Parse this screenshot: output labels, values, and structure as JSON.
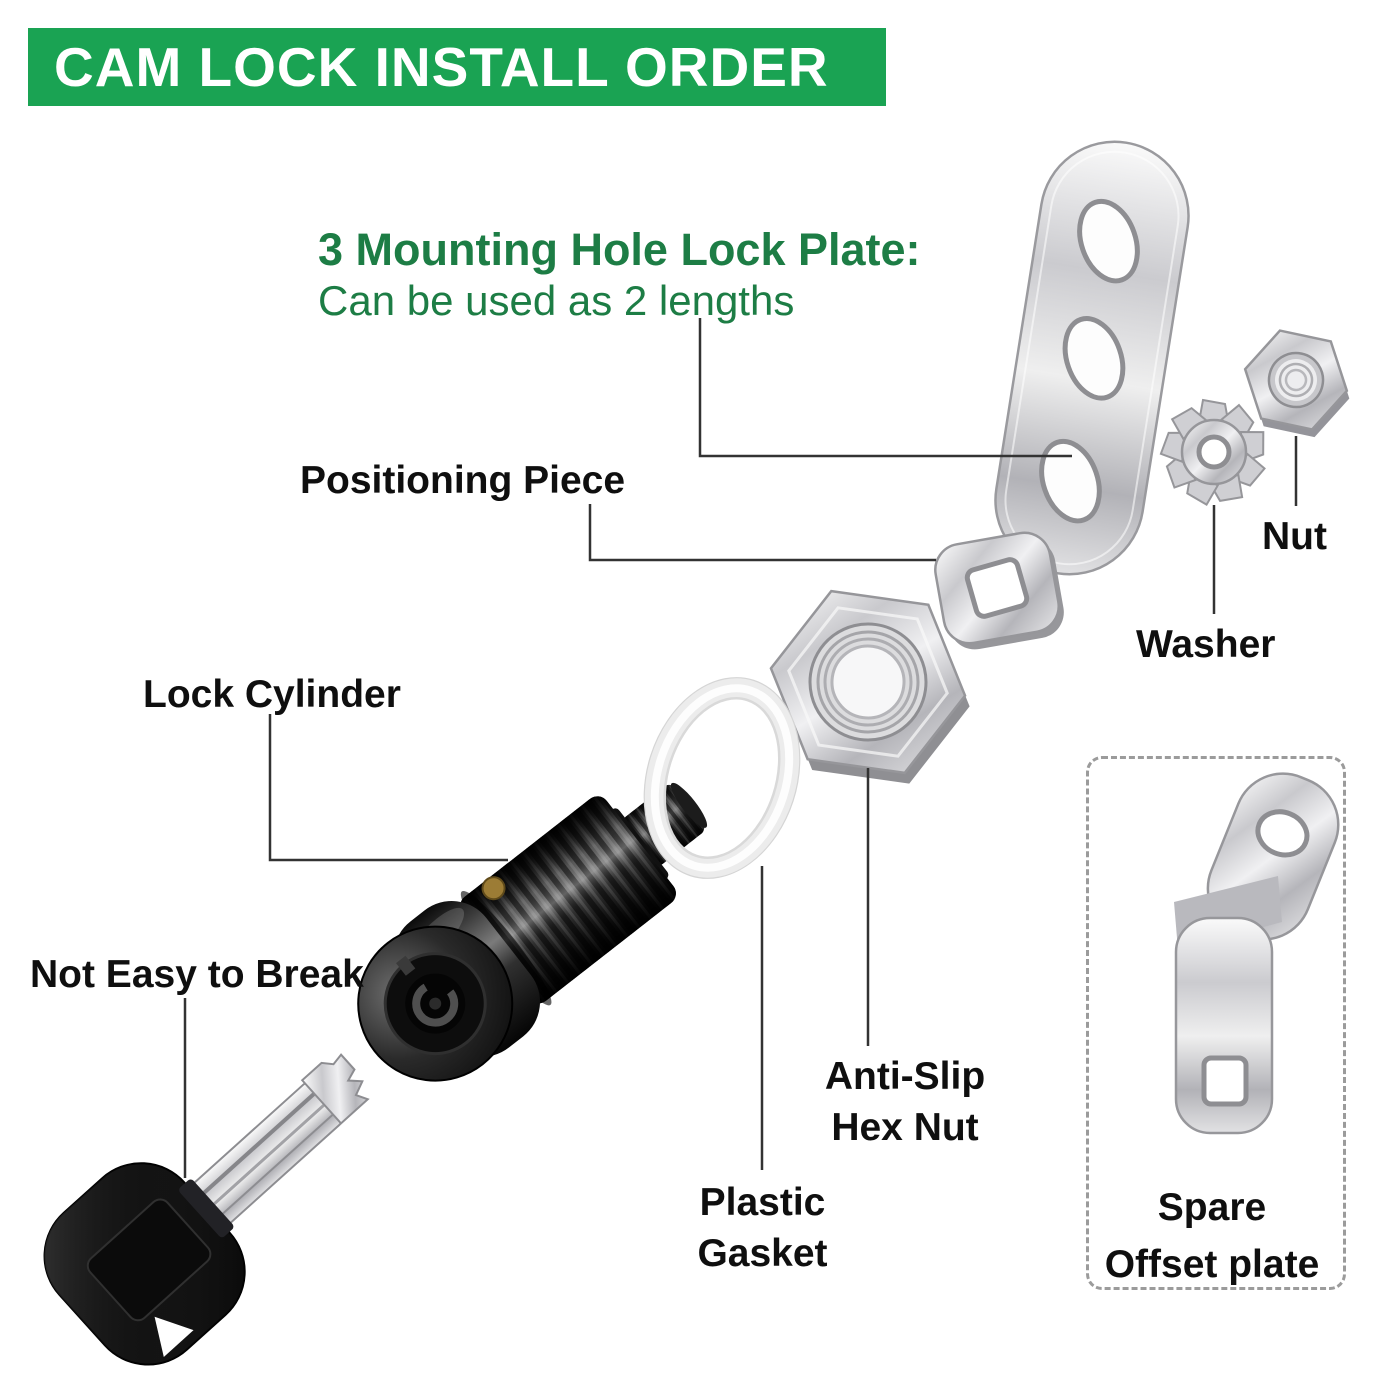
{
  "title": {
    "banner": "CAM LOCK INSTALL ORDER"
  },
  "heading": {
    "line1": "3 Mounting Hole Lock Plate:",
    "line2": "Can be used as 2 lengths"
  },
  "labels": {
    "positioning_piece": "Positioning Piece",
    "nut": "Nut",
    "washer": "Washer",
    "lock_cylinder": "Lock Cylinder",
    "key_note": "Not Easy to Break",
    "anti_slip": {
      "line1": "Anti-Slip",
      "line2": "Hex Nut"
    },
    "plastic_gasket": {
      "line1": "Plastic",
      "line2": "Gasket"
    },
    "spare": {
      "line1": "Spare",
      "line2": "Offset plate"
    }
  },
  "colors": {
    "banner_green": "#1aa353",
    "heading_green": "#1d7d45",
    "label_black": "#0f0f0f",
    "leader_line": "#333333",
    "metal_light": "#f0f0f2",
    "metal_dark": "#b5b5ba",
    "lock_black": "#0a0a0a",
    "brass_pin": "#9c7c35"
  }
}
